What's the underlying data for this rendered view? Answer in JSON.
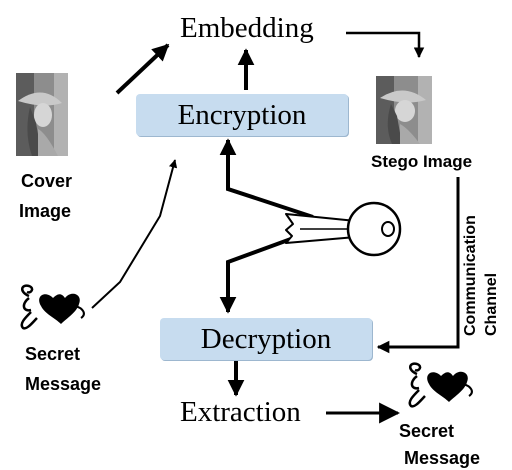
{
  "nodes": {
    "embedding": "Embedding",
    "encryption": "Encryption",
    "decryption": "Decryption",
    "extraction": "Extraction"
  },
  "labels": {
    "cover_image": [
      "Cover",
      "Image"
    ],
    "stego_image": "Stego Image",
    "secret_message_in": [
      "Secret",
      "Message"
    ],
    "secret_message_out": [
      "Secret",
      "Message"
    ],
    "channel": [
      "Communication",
      "Channel"
    ]
  },
  "icons": {
    "cover": "portrait-photo-icon",
    "stego": "portrait-photo-icon",
    "key": "key-icon",
    "message": "swirl-heart-icon"
  },
  "colors": {
    "box_fill": "#c7dcef",
    "arrow": "#000000"
  }
}
